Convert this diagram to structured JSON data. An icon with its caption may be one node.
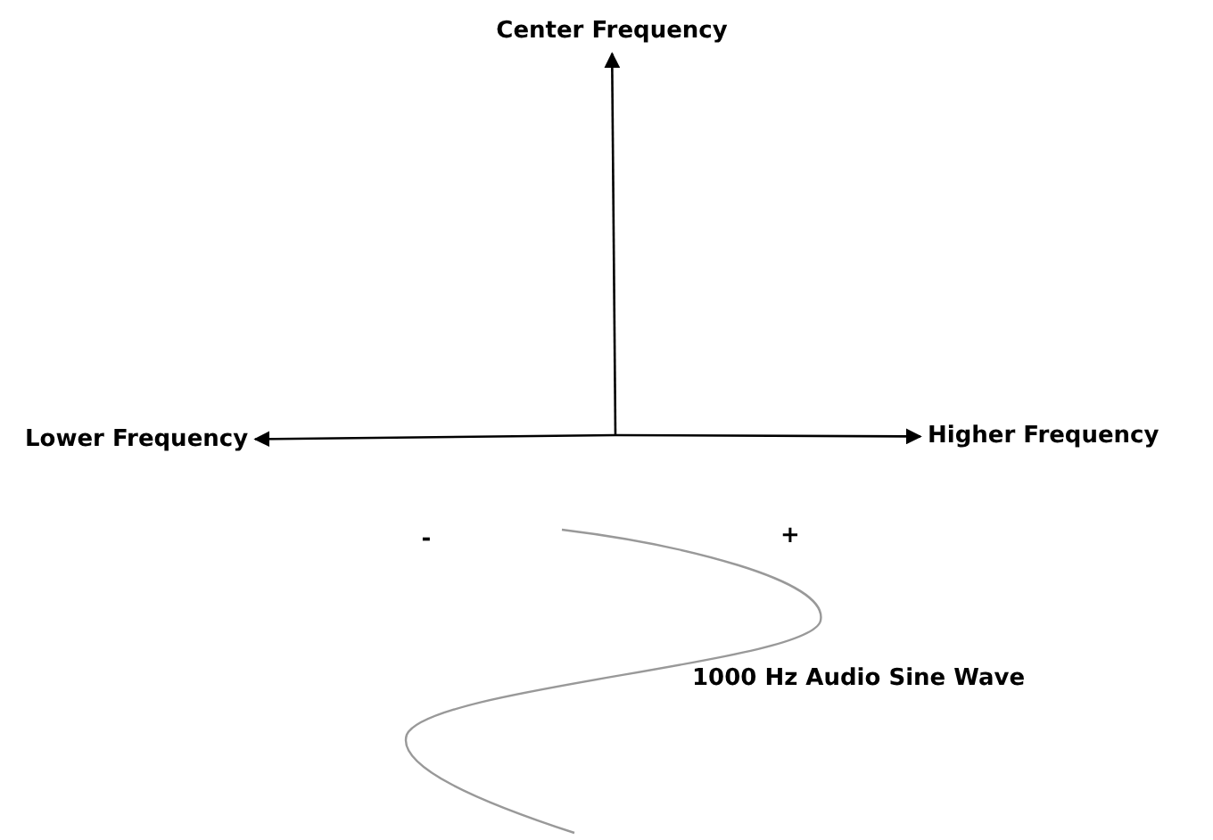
{
  "diagram": {
    "nodes": [
      {
        "text": [
          "Center Frequency"
        ]
      },
      {
        "text": [
          "Lower Frequency"
        ]
      },
      {
        "text": [
          "Higher Frequency"
        ]
      }
    ],
    "edges": [
      {
        "from": null,
        "to": 0,
        "arrow": "to"
      },
      {
        "from": null,
        "to": 1,
        "arrow": "to"
      },
      {
        "from": null,
        "to": 2,
        "arrow": "to"
      }
    ],
    "labels": [
      "-",
      "+",
      "1000 Hz Audio Sine Wave"
    ]
  }
}
